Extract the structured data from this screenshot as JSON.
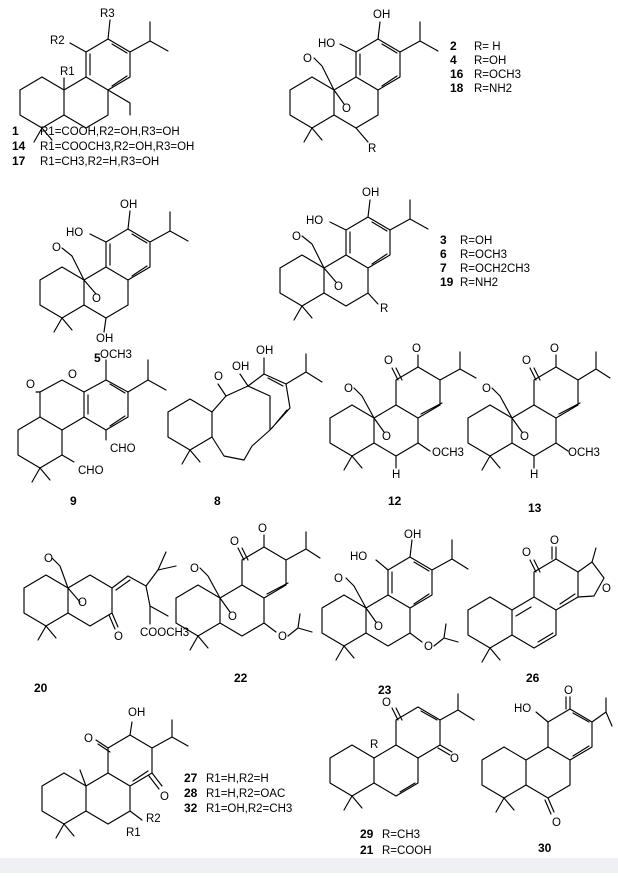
{
  "structures": [
    {
      "id": "s1",
      "numbers": [
        "1",
        "14",
        "17"
      ],
      "atoms": [
        "R3",
        "R2",
        "R1"
      ],
      "substituents": [
        "R1=COOH,R2=OH,R3=OH",
        "R1=COOCH3,R2=OH,R3=OH",
        "R1=CH3,R2=H,R3=OH"
      ]
    },
    {
      "id": "s2",
      "numbers": [
        "2",
        "4",
        "16",
        "18"
      ],
      "atoms": [
        "OH",
        "HO",
        "O",
        "O",
        "R"
      ],
      "substituents": [
        "R= H",
        "R=OH",
        "R=OCH3",
        "R=NH2"
      ]
    },
    {
      "id": "s5",
      "numbers": [
        "5"
      ],
      "atoms": [
        "OH",
        "HO",
        "O",
        "O",
        "OH"
      ]
    },
    {
      "id": "s3",
      "numbers": [
        "3",
        "6",
        "7",
        "19"
      ],
      "atoms": [
        "OH",
        "HO",
        "O",
        "O",
        "R"
      ],
      "substituents": [
        "R=OH",
        "R=OCH3",
        "R=OCH2CH3",
        "R=NH2"
      ]
    },
    {
      "id": "s9",
      "numbers": [
        "9"
      ],
      "atoms": [
        "OCH3",
        "O",
        "O",
        "CHO",
        "CHO"
      ]
    },
    {
      "id": "s8",
      "numbers": [
        "8"
      ],
      "atoms": [
        "O",
        "OH",
        "OH"
      ]
    },
    {
      "id": "s12",
      "numbers": [
        "12"
      ],
      "atoms": [
        "O",
        "O",
        "O",
        "O",
        "H",
        "OCH3"
      ]
    },
    {
      "id": "s13",
      "numbers": [
        "13"
      ],
      "atoms": [
        "O",
        "O",
        "O",
        "O",
        "H",
        "OCH3"
      ]
    },
    {
      "id": "s20",
      "numbers": [
        "20"
      ],
      "atoms": [
        "O",
        "O",
        "O",
        "COOCH3"
      ]
    },
    {
      "id": "s22",
      "numbers": [
        "22"
      ],
      "atoms": [
        "O",
        "O",
        "O",
        "O",
        "O"
      ]
    },
    {
      "id": "s23",
      "numbers": [
        "23"
      ],
      "atoms": [
        "HO",
        "OH",
        "O",
        "O",
        "O"
      ]
    },
    {
      "id": "s26",
      "numbers": [
        "26"
      ],
      "atoms": [
        "O",
        "O",
        "O"
      ]
    },
    {
      "id": "s27",
      "numbers": [
        "27",
        "28",
        "32"
      ],
      "atoms": [
        "OH",
        "O",
        "O",
        "R1",
        "R2"
      ],
      "substituents": [
        "R1=H,R2=H",
        "R1=H,R2=OAC",
        "R1=OH,R2=CH3"
      ]
    },
    {
      "id": "s29",
      "numbers": [
        "29",
        "21"
      ],
      "atoms": [
        "O",
        "R",
        "O"
      ],
      "substituents": [
        "R=CH3",
        "R=COOH"
      ]
    },
    {
      "id": "s30",
      "numbers": [
        "30"
      ],
      "atoms": [
        "HO",
        "O",
        "O"
      ]
    }
  ]
}
